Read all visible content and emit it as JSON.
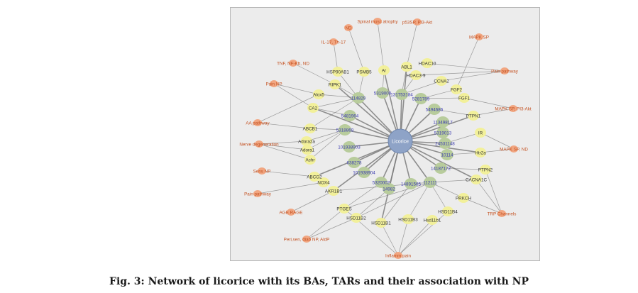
{
  "caption": "Fig. 3: Network of licorice with its BAs, TARs and their association with NP",
  "colors": {
    "hub": "#8ea3c7",
    "ba": "#b8cc9c",
    "tar": "#f2f09a",
    "path": "#f1a681",
    "ba_text": "#3b3bb0",
    "tar_text": "#333333",
    "path_text": "#c45222",
    "edge": "#7d7d7d"
  },
  "network": {
    "hub": {
      "id": "licorice",
      "label": "Licorice"
    },
    "bas": [
      {
        "id": "b114829",
        "label": "114829"
      },
      {
        "id": "b5319000",
        "label": "5319000"
      },
      {
        "id": "b131753184",
        "label": "131753184"
      },
      {
        "id": "b5481964",
        "label": "5481964"
      },
      {
        "id": "b5318869",
        "label": "5318869"
      },
      {
        "id": "b101938903",
        "label": "101938903"
      },
      {
        "id": "b638278",
        "label": "638278"
      },
      {
        "id": "b101938904",
        "label": "101938904"
      },
      {
        "id": "b5320002",
        "label": "5320002"
      },
      {
        "id": "b14982",
        "label": "14982"
      },
      {
        "id": "b14891565",
        "label": "14891565"
      },
      {
        "id": "b112111",
        "label": "112111"
      },
      {
        "id": "b14187172",
        "label": "14187172"
      },
      {
        "id": "b10114",
        "label": "10114"
      },
      {
        "id": "b24531148",
        "label": "24531148"
      },
      {
        "id": "b5319013",
        "label": "5319013"
      },
      {
        "id": "b11349817",
        "label": "11349817"
      },
      {
        "id": "b5494686",
        "label": "5494686"
      },
      {
        "id": "b5281789",
        "label": "5281789"
      }
    ],
    "tars": [
      {
        "id": "hsp90",
        "label": "HSP90AB1"
      },
      {
        "id": "psmb5",
        "label": "PSMB5"
      },
      {
        "id": "ar",
        "label": "Ar"
      },
      {
        "id": "abl1",
        "label": "ABL1"
      },
      {
        "id": "hdac10",
        "label": "HDAC10"
      },
      {
        "id": "hdac3",
        "label": "HDAC3-9"
      },
      {
        "id": "ccna2",
        "label": "CCNA2"
      },
      {
        "id": "fgf2",
        "label": "FGF2"
      },
      {
        "id": "fgf1",
        "label": "FGF1"
      },
      {
        "id": "ptpn1",
        "label": "PTPN1"
      },
      {
        "id": "ir",
        "label": "IR"
      },
      {
        "id": "htr2a",
        "label": "Htr2a"
      },
      {
        "id": "ptpn2",
        "label": "PTPN2"
      },
      {
        "id": "cacna1c",
        "label": "CACNA1C"
      },
      {
        "id": "prkch",
        "label": "PRKCH"
      },
      {
        "id": "hsd11b4",
        "label": "HSD11B4"
      },
      {
        "id": "hsd11b3",
        "label": "HSD11B3"
      },
      {
        "id": "hsd11b1b",
        "label": "Hsd11b1"
      },
      {
        "id": "hsd11b1",
        "label": "HSD11B1"
      },
      {
        "id": "hsd11b2",
        "label": "HSD11B2"
      },
      {
        "id": "ptges",
        "label": "PTGES"
      },
      {
        "id": "akr1b1",
        "label": "AKR1B1"
      },
      {
        "id": "nox4",
        "label": "NOX4"
      },
      {
        "id": "abcg2",
        "label": "ABCG2"
      },
      {
        "id": "achr",
        "label": "Achr"
      },
      {
        "id": "adora1",
        "label": "Adora1"
      },
      {
        "id": "adora2a",
        "label": "Adora2a"
      },
      {
        "id": "abcb1",
        "label": "ABCB1"
      },
      {
        "id": "ca2",
        "label": "CA2"
      },
      {
        "id": "alox5",
        "label": "Alox5"
      },
      {
        "id": "ripk1",
        "label": "RIPK1"
      }
    ],
    "pathways": [
      {
        "id": "sma",
        "label": "Spinal musc atrophy"
      },
      {
        "id": "nd",
        "label": "ND"
      },
      {
        "id": "p53",
        "label": "p53SP, PI3-Akt"
      },
      {
        "id": "il17",
        "label": "IL-17, Th-17"
      },
      {
        "id": "mapk1",
        "label": "MAPK SP"
      },
      {
        "id": "tnf",
        "label": "TNF, NF-Kb, ND"
      },
      {
        "id": "pain1",
        "label": "Pain pathway"
      },
      {
        "id": "painnp",
        "label": "Pain NP"
      },
      {
        "id": "mapkpi3",
        "label": "MAPK SP, PI3-Akt"
      },
      {
        "id": "aa",
        "label": "AA pathway"
      },
      {
        "id": "nerve",
        "label": "Nerve degeneration"
      },
      {
        "id": "mapknd",
        "label": "MAPK SP, ND"
      },
      {
        "id": "sens",
        "label": "Sens NP"
      },
      {
        "id": "pain2",
        "label": "Pain pathway"
      },
      {
        "id": "trp",
        "label": "TRP Channels"
      },
      {
        "id": "age",
        "label": "AGE RAGE"
      },
      {
        "id": "perisen",
        "label": "Peri,sen, diab NP, AldP"
      },
      {
        "id": "inflamm",
        "label": "Inflamm pain"
      }
    ],
    "edges": [
      [
        "licorice",
        "b114829"
      ],
      [
        "licorice",
        "b5319000"
      ],
      [
        "licorice",
        "b131753184"
      ],
      [
        "licorice",
        "b5481964"
      ],
      [
        "licorice",
        "b5318869"
      ],
      [
        "licorice",
        "b101938903"
      ],
      [
        "licorice",
        "b638278"
      ],
      [
        "licorice",
        "b101938904"
      ],
      [
        "licorice",
        "b5320002"
      ],
      [
        "licorice",
        "b14982"
      ],
      [
        "licorice",
        "b14891565"
      ],
      [
        "licorice",
        "b112111"
      ],
      [
        "licorice",
        "b14187172"
      ],
      [
        "licorice",
        "b10114"
      ],
      [
        "licorice",
        "b24531148"
      ],
      [
        "licorice",
        "b5319013"
      ],
      [
        "licorice",
        "b11349817"
      ],
      [
        "licorice",
        "b5494686"
      ],
      [
        "licorice",
        "b5281789"
      ],
      [
        "licorice",
        "ar"
      ],
      [
        "licorice",
        "htr2a"
      ],
      [
        "licorice",
        "ca2"
      ],
      [
        "licorice",
        "abcg2"
      ],
      [
        "licorice",
        "cacna1c"
      ],
      [
        "licorice",
        "ptpn1"
      ],
      [
        "licorice",
        "akr1b1"
      ],
      [
        "licorice",
        "hsd11b1"
      ],
      [
        "licorice",
        "abl1"
      ],
      [
        "licorice",
        "ripk1"
      ],
      [
        "b114829",
        "hsp90"
      ],
      [
        "b114829",
        "psmb5"
      ],
      [
        "b114829",
        "ripk1"
      ],
      [
        "b114829",
        "alox5"
      ],
      [
        "b114829",
        "ca2"
      ],
      [
        "b114829",
        "abcb1"
      ],
      [
        "b131753184",
        "abl1"
      ],
      [
        "b131753184",
        "hdac3"
      ],
      [
        "b131753184",
        "ccna2"
      ],
      [
        "b5319000",
        "ar"
      ],
      [
        "b5318869",
        "adora2a"
      ],
      [
        "b5318869",
        "adora1"
      ],
      [
        "b5318869",
        "achr"
      ],
      [
        "b5318869",
        "abcb1"
      ],
      [
        "b5481964",
        "ca2"
      ],
      [
        "b112111",
        "hsd11b4"
      ],
      [
        "b112111",
        "prkch"
      ],
      [
        "b112111",
        "hsd11b3"
      ],
      [
        "b112111",
        "cacna1c"
      ],
      [
        "b112111",
        "ptges"
      ],
      [
        "b112111",
        "akr1b1"
      ],
      [
        "b112111",
        "hsd11b2"
      ],
      [
        "b14187172",
        "ptpn2"
      ],
      [
        "b14891565",
        "hsd11b1"
      ],
      [
        "b14982",
        "hsd11b2"
      ],
      [
        "b5320002",
        "ptges"
      ],
      [
        "b10114",
        "htr2a"
      ],
      [
        "b5281789",
        "fgf2"
      ],
      [
        "b5281789",
        "fgf1"
      ],
      [
        "b5494686",
        "ptpn1"
      ],
      [
        "b24531148",
        "ir"
      ],
      [
        "sma",
        "ar"
      ],
      [
        "nd",
        "psmb5"
      ],
      [
        "p53",
        "abl1"
      ],
      [
        "il17",
        "hsp90"
      ],
      [
        "mapk1",
        "fgf2"
      ],
      [
        "tnf",
        "ripk1"
      ],
      [
        "pain1",
        "hdac10"
      ],
      [
        "pain1",
        "ccna2"
      ],
      [
        "pain1",
        "hdac3"
      ],
      [
        "painnp",
        "alox5"
      ],
      [
        "painnp",
        "ca2"
      ],
      [
        "mapkpi3",
        "fgf1"
      ],
      [
        "mapkpi3",
        "ptpn1"
      ],
      [
        "aa",
        "abcb1"
      ],
      [
        "aa",
        "alox5"
      ],
      [
        "nerve",
        "adora1"
      ],
      [
        "nerve",
        "adora2a"
      ],
      [
        "nerve",
        "achr"
      ],
      [
        "mapknd",
        "htr2a"
      ],
      [
        "mapknd",
        "ir"
      ],
      [
        "sens",
        "abcg2"
      ],
      [
        "pain2",
        "nox4"
      ],
      [
        "trp",
        "ptpn2"
      ],
      [
        "trp",
        "cacna1c"
      ],
      [
        "trp",
        "prkch"
      ],
      [
        "age",
        "akr1b1"
      ],
      [
        "perisen",
        "ptges"
      ],
      [
        "perisen",
        "hsd11b2"
      ],
      [
        "inflamm",
        "hsd11b1"
      ],
      [
        "inflamm",
        "hsd11b3"
      ],
      [
        "inflamm",
        "hsd11b1b"
      ],
      [
        "inflamm",
        "hsd11b4"
      ],
      [
        "inflamm",
        "ptges"
      ]
    ]
  }
}
